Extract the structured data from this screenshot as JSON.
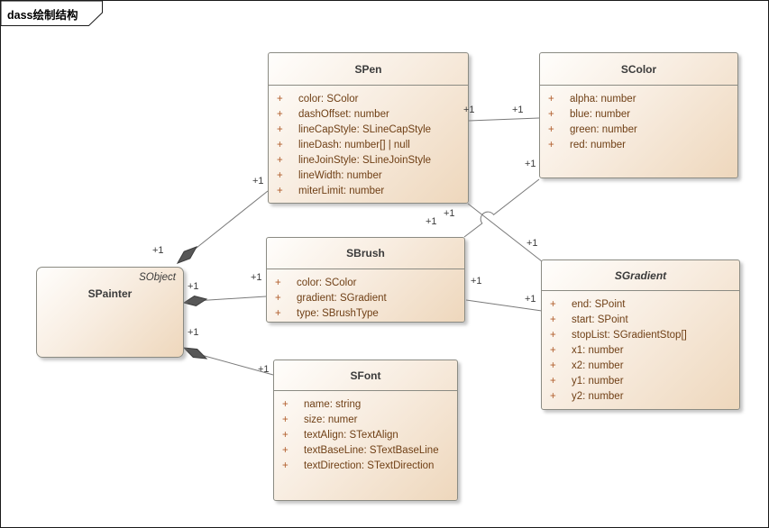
{
  "frame": {
    "title": "dass绘制结构"
  },
  "ui": {
    "visibility": "+",
    "multiplicity": "+1"
  },
  "classes": {
    "spen": {
      "name": "SPen",
      "attributes": [
        "color: SColor",
        "dashOffset: number",
        "lineCapStyle: SLineCapStyle",
        "lineDash: number[] | null",
        "lineJoinStyle: SLineJoinStyle",
        "lineWidth: number",
        "miterLimit: number"
      ]
    },
    "scolor": {
      "name": "SColor",
      "attributes": [
        "alpha: number",
        "blue: number",
        "green: number",
        "red: number"
      ]
    },
    "sbrush": {
      "name": "SBrush",
      "attributes": [
        "color: SColor",
        "gradient: SGradient",
        "type: SBrushType"
      ]
    },
    "sgradient": {
      "name": "SGradient",
      "attributes": [
        "end: SPoint",
        "start: SPoint",
        "stopList: SGradientStop[]",
        "x1: number",
        "x2: number",
        "y1: number",
        "y2: number"
      ]
    },
    "sfont": {
      "name": "SFont",
      "attributes": [
        "name: string",
        "size: numer",
        "textAlign: STextAlign",
        "textBaseLine: STextBaseLine",
        "textDirection: STextDirection"
      ]
    },
    "spainter": {
      "stereotype": "SObject",
      "name": "SPainter"
    }
  },
  "colors": {
    "box_fill_light": "#fffefc",
    "box_fill_dark": "#eed7bc",
    "box_border": "#8b8b83",
    "attribute_text": "#6f3f15",
    "visibility_plus": "#b05c2a",
    "connector_line": "#7a7a7a",
    "composition_diamond": "#575757",
    "frame_border": "#1a1a1a"
  }
}
